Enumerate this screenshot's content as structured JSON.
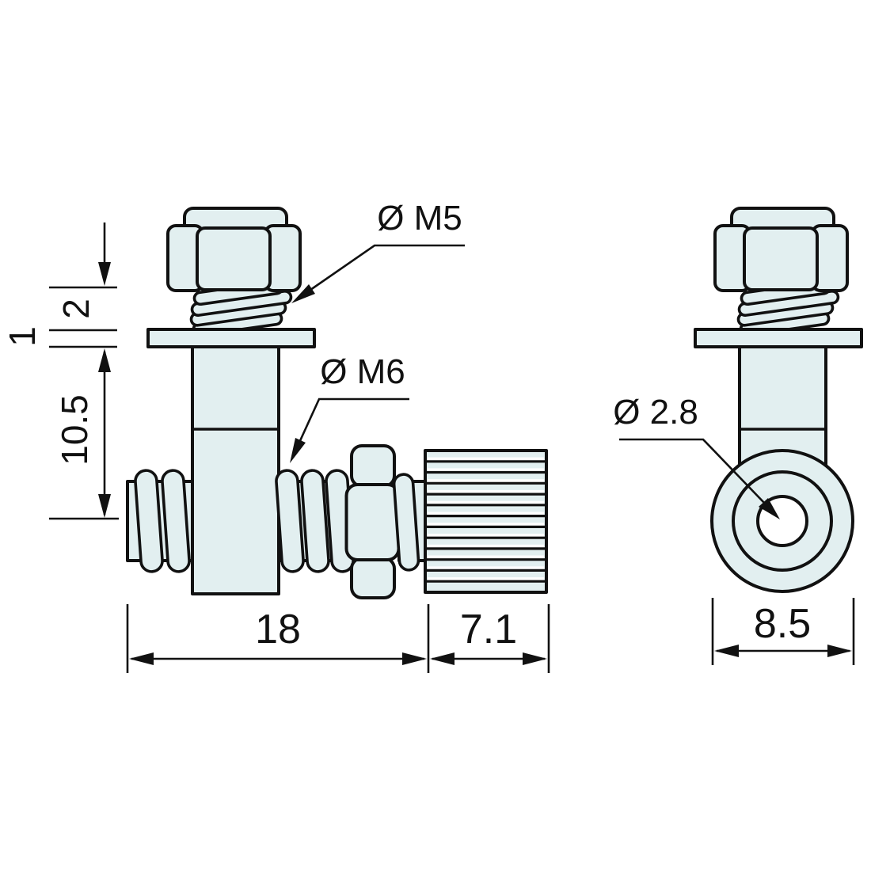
{
  "drawing": {
    "kind": "technical-drawing",
    "labels": {
      "top_thread": "Ø M5",
      "side_thread": "Ø M6",
      "hole": "Ø 2.8"
    },
    "dimensions": {
      "top_thread_length": "2",
      "flange_thickness": "1",
      "shank_height": "10.5",
      "body_length": "18",
      "knurl_length": "7.1",
      "eye_diameter": "8.5"
    },
    "colors": {
      "part_fill": "#e2eff0",
      "outline": "#111111",
      "background": "#ffffff"
    }
  }
}
